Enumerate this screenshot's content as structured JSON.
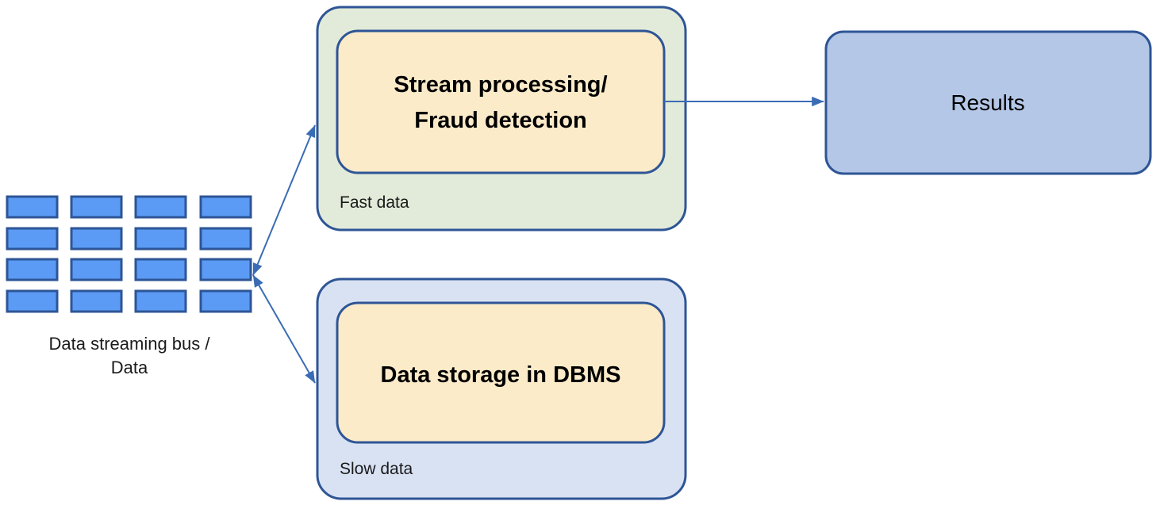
{
  "diagram": {
    "type": "flow-diagram",
    "background_color": "#ffffff",
    "palette": {
      "border": "#2E5596",
      "yellow_fill": "#FCEBC9",
      "green_fill": "#E2EBD9",
      "light_blue_fill": "#D9E2F3",
      "results_fill": "#B4C7E7",
      "grid_block_fill": "#5B9BF5",
      "grid_block_border": "#2E5596",
      "connector": "#3A6CB5"
    },
    "data_bus": {
      "name": "data-streaming-bus",
      "caption_line1": "Data streaming bus /",
      "caption_line2": "Data",
      "columns": 4,
      "rows": 4,
      "block_count": 16,
      "block_fill": "#5B9BF5",
      "block_border": "#2E5596"
    },
    "containers": [
      {
        "id": "fast-data",
        "caption": "Fast data",
        "fill": "#E2EBD9",
        "inner_node": {
          "id": "stream-processing",
          "label_line1": "Stream processing/",
          "label_line2": "Fraud detection",
          "fill": "#FCEBC9"
        }
      },
      {
        "id": "slow-data",
        "caption": "Slow data",
        "fill": "#D9E2F3",
        "inner_node": {
          "id": "data-storage",
          "label_line1": "Data storage in DBMS",
          "label_line2": "",
          "fill": "#FCEBC9"
        }
      }
    ],
    "results": {
      "id": "results",
      "label": "Results",
      "fill": "#B4C7E7"
    },
    "connectors": [
      {
        "id": "bus-to-fast-data",
        "from": "data-streaming-bus",
        "to": "fast-data",
        "direction": "bidirectional",
        "color": "#3A6CB5"
      },
      {
        "id": "bus-to-slow-data",
        "from": "data-streaming-bus",
        "to": "slow-data",
        "direction": "bidirectional",
        "color": "#3A6CB5"
      },
      {
        "id": "stream-processing-to-results",
        "from": "stream-processing",
        "to": "results",
        "direction": "forward",
        "color": "#3A6CB5"
      }
    ]
  }
}
